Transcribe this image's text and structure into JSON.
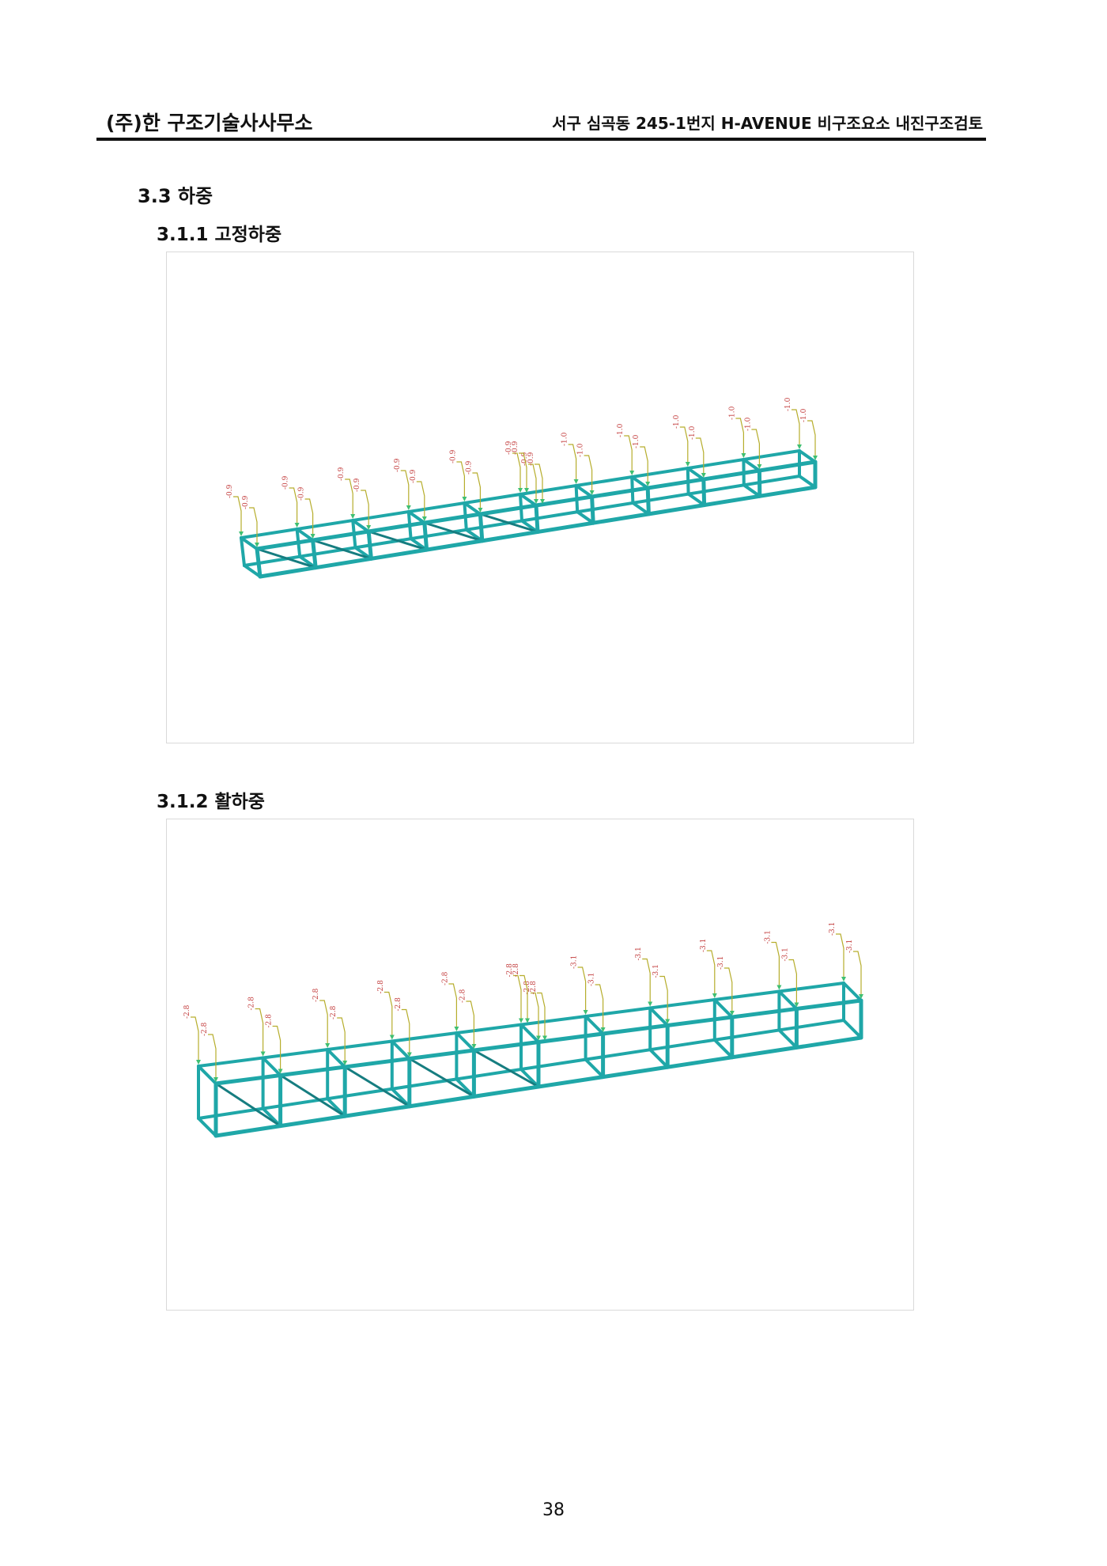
{
  "header": {
    "company": "(주)한 구조기술사사무소",
    "project": "서구 심곡동 245-1번지 H-AVENUE 비구조요소 내진구조검토"
  },
  "section": {
    "title": "3.3 하중"
  },
  "figures": [
    {
      "title": "3.1.1 고정하중",
      "labels": [
        "-0.9",
        "-0.9",
        "-0.9",
        "-0.9",
        "-0.9",
        "-0.9",
        "-0.9",
        "-0.9",
        "-0.9",
        "-0.9",
        "-0.9",
        "-0.9",
        "-0.9",
        "-0.9",
        "-1.0",
        "-1.0",
        "-1.0",
        "-1.0",
        "-1.0",
        "-1.0",
        "-1.0",
        "-1.0",
        "-1.0",
        "-1.0"
      ]
    },
    {
      "title": "3.1.2 활하중",
      "labels": [
        "-2.8",
        "-2.8",
        "-2.8",
        "-2.8",
        "-2.8",
        "-2.8",
        "-2.8",
        "-2.8",
        "-2.8",
        "-2.8",
        "-2.8",
        "-2.8",
        "-2.8",
        "-2.8",
        "-3.1",
        "-3.1",
        "-3.1",
        "-3.1",
        "-3.1",
        "-3.1",
        "-3.1",
        "-3.1",
        "-3.1",
        "-3.1"
      ]
    }
  ],
  "colors": {
    "frame": "#1fa7a8",
    "frame_dark": "#167d80",
    "load_line": "#b6ad2c",
    "arrow": "#3fbf72",
    "label": "#c23a3a"
  },
  "page_number": "38"
}
